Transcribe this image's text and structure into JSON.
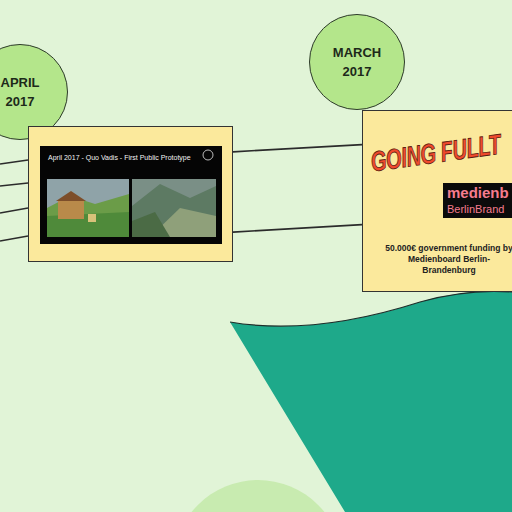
{
  "diagram": {
    "nodes": [
      {
        "text": [
          "APRIL 2017"
        ]
      },
      {},
      {
        "text": [
          "April 2017 - Quo Vadis - First Public Prototype"
        ],
        "in": 1
      },
      {
        "text": [
          "MARCH 2017"
        ]
      },
      {
        "text": [
          "GOING FULLT",
          "50.000€ government funding by Medienboard Berlin-Brandenburg"
        ]
      },
      {
        "text": [
          "medienb",
          "BerlinBrand"
        ],
        "in": 4
      }
    ],
    "edges": [
      {
        "from": 1,
        "to": 4,
        "arrow": "none"
      },
      {
        "from": 1,
        "to": 4,
        "arrow": "none"
      }
    ]
  }
}
